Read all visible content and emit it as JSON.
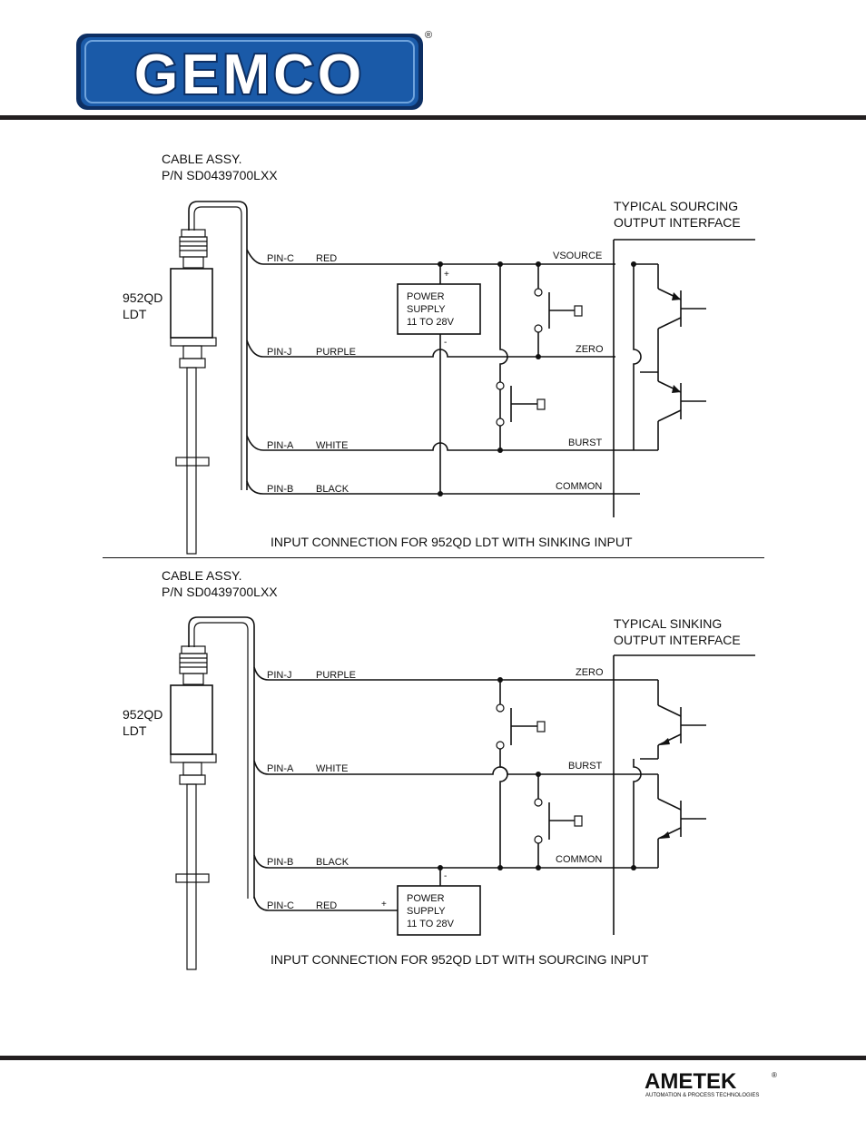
{
  "header": {
    "logo_text": "GEMCO",
    "registered_mark": "®"
  },
  "top_diagram": {
    "cable_label_1": "CABLE ASSY.",
    "cable_label_2": "P/N SD0439700LXX",
    "device_label_1": "952QD",
    "device_label_2": "LDT",
    "interface_label_1": "TYPICAL SOURCING",
    "interface_label_2": "OUTPUT INTERFACE",
    "rows": [
      {
        "pin": "PIN-C",
        "color": "RED",
        "signal": "VSOURCE"
      },
      {
        "pin": "PIN-J",
        "color": "PURPLE",
        "signal": "ZERO"
      },
      {
        "pin": "PIN-A",
        "color": "WHITE",
        "signal": "BURST"
      },
      {
        "pin": "PIN-B",
        "color": "BLACK",
        "signal": "COMMON"
      }
    ],
    "power_supply": {
      "line1": "POWER",
      "line2": "SUPPLY",
      "line3": "11 TO 28V",
      "plus": "+",
      "minus": "-"
    },
    "caption": "INPUT CONNECTION FOR 952QD LDT WITH SINKING INPUT"
  },
  "bottom_diagram": {
    "cable_label_1": "CABLE ASSY.",
    "cable_label_2": "P/N SD0439700LXX",
    "device_label_1": "952QD",
    "device_label_2": "LDT",
    "interface_label_1": "TYPICAL SINKING",
    "interface_label_2": "OUTPUT INTERFACE",
    "rows": [
      {
        "pin": "PIN-J",
        "color": "PURPLE",
        "signal": "ZERO"
      },
      {
        "pin": "PIN-A",
        "color": "WHITE",
        "signal": "BURST"
      },
      {
        "pin": "PIN-B",
        "color": "BLACK",
        "signal": "COMMON"
      },
      {
        "pin": "PIN-C",
        "color": "RED",
        "signal": ""
      }
    ],
    "power_supply": {
      "line1": "POWER",
      "line2": "SUPPLY",
      "line3": "11 TO 28V",
      "plus": "+",
      "minus": "-"
    },
    "caption": "INPUT CONNECTION FOR 952QD LDT WITH SOURCING INPUT"
  },
  "footer": {
    "brand": "AMETEK",
    "registered_mark": "®",
    "tagline": "AUTOMATION & PROCESS TECHNOLOGIES"
  },
  "colors": {
    "logo_blue": "#1a5aa8",
    "logo_dark": "#0d2f63",
    "rule": "#231f20",
    "ametek_red": "#c8102e"
  }
}
